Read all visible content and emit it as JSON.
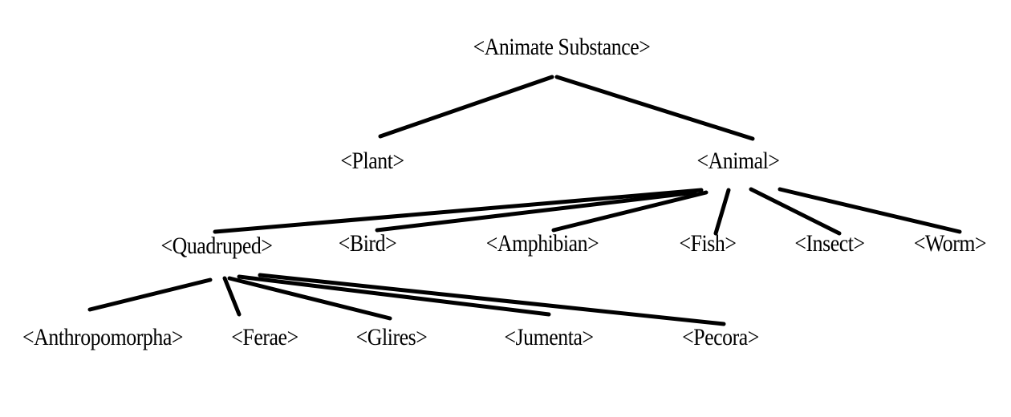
{
  "tree": {
    "root": "<Animate Substance>",
    "level1": [
      "<Plant>",
      "<Animal>"
    ],
    "level2": [
      "<Quadruped>",
      "<Bird>",
      "<Amphibian>",
      "<Fish>",
      "<Insect>",
      "<Worm>"
    ],
    "level3": [
      "<Anthropomorpha>",
      "<Ferae>",
      "<Glires>",
      "<Jumenta>",
      "<Pecora>"
    ]
  },
  "colors": {
    "background": "#ffffff",
    "ink": "#000000"
  }
}
